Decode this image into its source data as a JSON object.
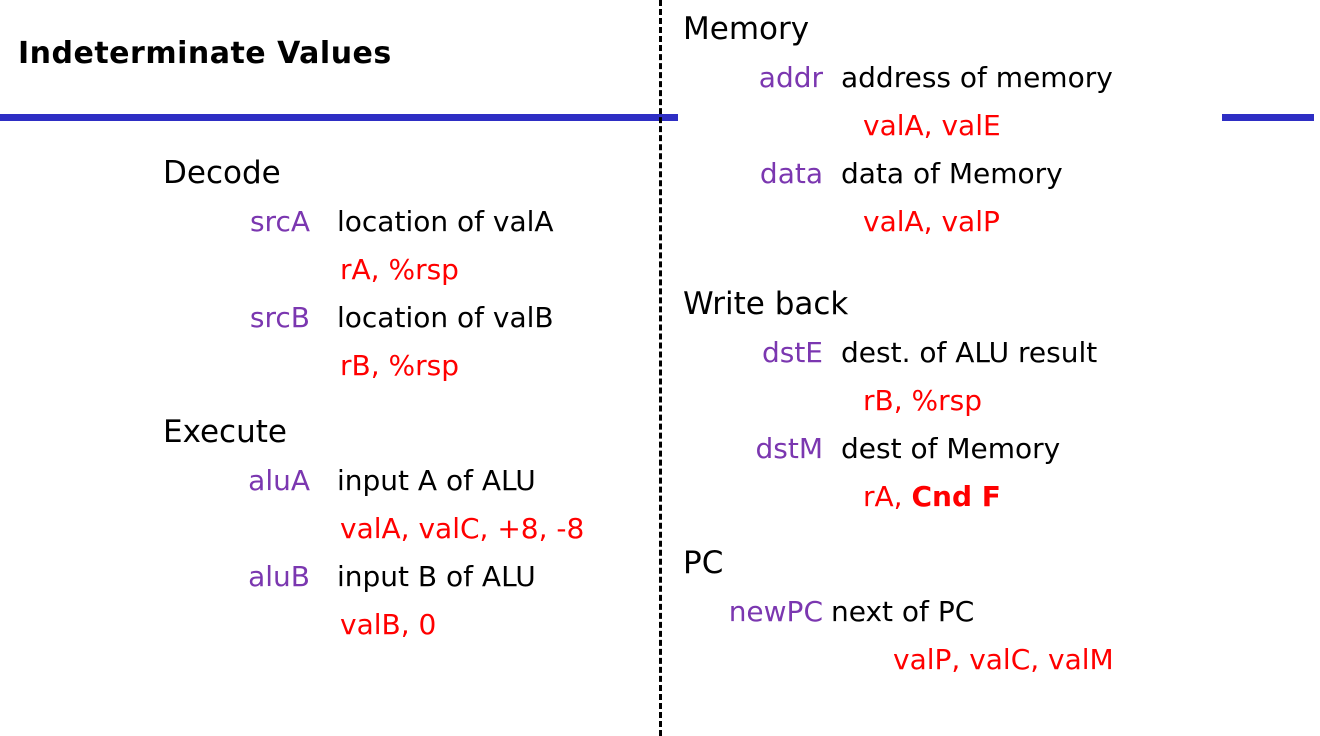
{
  "slide": {
    "title": "Indeterminate Values",
    "colors": {
      "rule_blue": "#2E2EC4",
      "field_name_purple": "#7B37B0",
      "value_red": "#FF0000",
      "text_black": "#000000",
      "background": "#FFFFFF"
    }
  },
  "left_column": {
    "stages": [
      {
        "heading": "Decode",
        "fields": [
          {
            "name": "srcA",
            "description": "location of valA",
            "values": "rA, %rsp"
          },
          {
            "name": "srcB",
            "description": "location of valB",
            "values": "rB, %rsp"
          }
        ]
      },
      {
        "heading": "Execute",
        "fields": [
          {
            "name": "aluA",
            "description": "input A of ALU",
            "values": "valA, valC, +8, -8"
          },
          {
            "name": "aluB",
            "description": "input B of ALU",
            "values": "valB, 0"
          }
        ]
      }
    ]
  },
  "right_column": {
    "stages": [
      {
        "heading": "Memory",
        "fields": [
          {
            "name": "addr",
            "description": "address of memory",
            "values": "valA, valE"
          },
          {
            "name": "data",
            "description": "data of Memory",
            "values": "valA, valP"
          }
        ]
      },
      {
        "heading": "Write back",
        "fields": [
          {
            "name": "dstE",
            "description": "dest. of ALU result",
            "values": "rB, %rsp"
          },
          {
            "name": "dstM",
            "description": "dest of Memory",
            "values_plain": "rA, ",
            "values_bold": "Cnd F"
          }
        ]
      },
      {
        "heading": "PC",
        "fields": [
          {
            "name": "newPC",
            "description": "next of PC",
            "values": "valP, valC, valM"
          }
        ]
      }
    ]
  }
}
